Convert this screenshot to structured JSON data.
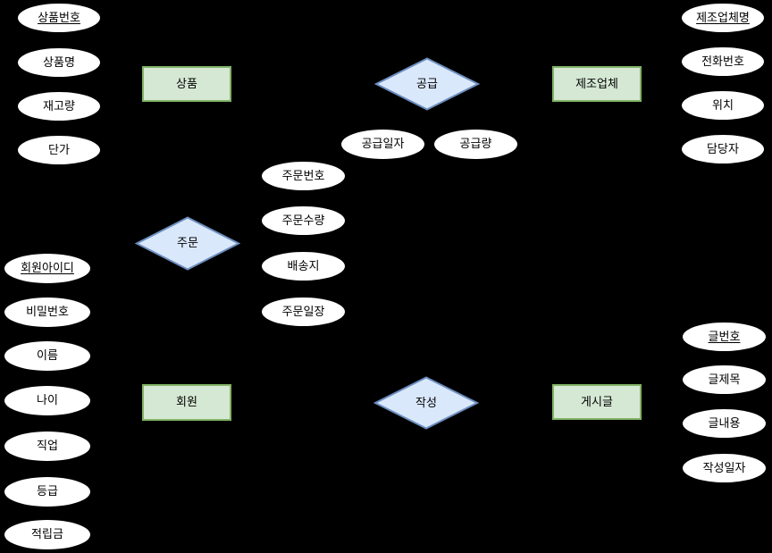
{
  "colors": {
    "background": "#000000",
    "entity_fill": "#d5e8d4",
    "entity_stroke": "#82b366",
    "relationship_fill": "#dae8fc",
    "relationship_stroke": "#6c8ebf",
    "attribute_fill": "#ffffff",
    "attribute_stroke": "#000000"
  },
  "entities": {
    "product": {
      "label": "상품"
    },
    "manufacturer": {
      "label": "제조업체"
    },
    "member": {
      "label": "회원"
    },
    "post": {
      "label": "게시글"
    }
  },
  "relationships": {
    "supply": {
      "label": "공급"
    },
    "order": {
      "label": "주문"
    },
    "write": {
      "label": "작성"
    }
  },
  "attributes": {
    "product": [
      {
        "label": "상품번호",
        "key": true
      },
      {
        "label": "상품명"
      },
      {
        "label": "재고량"
      },
      {
        "label": "단가"
      }
    ],
    "supply": [
      {
        "label": "공급일자"
      },
      {
        "label": "공급량"
      }
    ],
    "order": [
      {
        "label": "주문번호"
      },
      {
        "label": "주문수량"
      },
      {
        "label": "배송지"
      },
      {
        "label": "주문일장"
      }
    ],
    "manufacturer": [
      {
        "label": "제조업체명",
        "key": true
      },
      {
        "label": "전화번호"
      },
      {
        "label": "위치"
      },
      {
        "label": "담당자"
      }
    ],
    "member": [
      {
        "label": "회원아이디",
        "key": true
      },
      {
        "label": "비밀번호"
      },
      {
        "label": "이름"
      },
      {
        "label": "나이"
      },
      {
        "label": "직업"
      },
      {
        "label": "등급"
      },
      {
        "label": "적립금"
      }
    ],
    "post": [
      {
        "label": "글번호",
        "key": true
      },
      {
        "label": "글제목"
      },
      {
        "label": "글내용"
      },
      {
        "label": "작성일자"
      }
    ]
  }
}
